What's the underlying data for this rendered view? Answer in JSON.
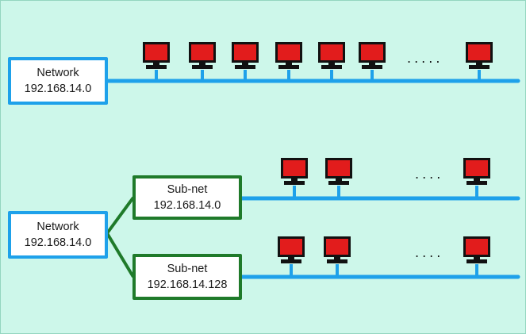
{
  "colors": {
    "background": "#cdf7ea",
    "network_border": "#1ea1ea",
    "subnet_border": "#1f7a2a",
    "cable": "#1ea1ea",
    "connector": "#1f7a2a",
    "pc_screen": "#e21c1c",
    "pc_frame": "#111111"
  },
  "top": {
    "network_label": "Network",
    "network_address": "192.168.14.0",
    "ellipsis": "....."
  },
  "bottom": {
    "network_label": "Network",
    "network_address": "192.168.14.0",
    "subnets": [
      {
        "label": "Sub-net",
        "address": "192.168.14.0",
        "ellipsis": "...."
      },
      {
        "label": "Sub-net",
        "address": "192.168.14.128",
        "ellipsis": "...."
      }
    ]
  },
  "icons": [
    "computer-icon"
  ]
}
